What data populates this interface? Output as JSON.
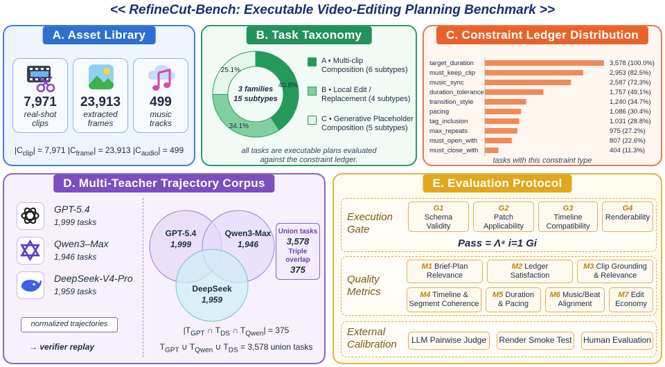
{
  "title": "<< RefineCut-Bench: Executable Video-Editing Planning Benchmark >>",
  "panel_a": {
    "title": "A. Asset Library",
    "assets": [
      {
        "icon": "film-scissors-icon",
        "value": "7,971",
        "label_1": "real-shot",
        "label_2": "clips"
      },
      {
        "icon": "image-frame-icon",
        "value": "23,913",
        "label_1": "extracted",
        "label_2": "frames"
      },
      {
        "icon": "music-cloud-icon",
        "value": "499",
        "label_1": "music",
        "label_2": "tracks"
      }
    ],
    "formula": "|C<sub>clip</sub>| = 7,971  |C<sub>frame</sub>| = 23,913  |C<sub>audio</sub>| = 499"
  },
  "panel_b": {
    "title": "B. Task Taxonomy",
    "center_1": "3 families",
    "center_2": "15 subtypes",
    "slices": [
      {
        "name": "A",
        "percent": 40.8,
        "label": "40.8%",
        "color": "#239a5c"
      },
      {
        "name": "B",
        "percent": 34.1,
        "label": "34.1%",
        "color": "#7fd09e"
      },
      {
        "name": "C",
        "percent": 25.1,
        "label": "25.1%",
        "color": "#e6f6ea"
      }
    ],
    "legend": [
      {
        "line_1": "A • Multi-clip",
        "line_2": "Composition (6 subtypes)",
        "color": "#239a5c"
      },
      {
        "line_1": "B • Local Edit /",
        "line_2": "Replacement (4 subtypes)",
        "color": "#7fd09e"
      },
      {
        "line_1": "C • Generative Placeholder",
        "line_2": "Composition (5 subtypes)",
        "color": "#e6f6ea"
      }
    ],
    "note_1": "all tasks are executable plans evaluated",
    "note_2": "against the constraint ledger."
  },
  "panel_c": {
    "title": "C. Constraint Ledger Distribution",
    "note": "tasks with this constraint type",
    "chart_data": {
      "type": "bar",
      "orientation": "horizontal",
      "categories": [
        "target_duration",
        "must_keep_clip",
        "music_sync",
        "duration_tolerance",
        "transition_style",
        "pacing",
        "tag_inclusion",
        "max_repeats",
        "must_open_with",
        "must_close_with"
      ],
      "values": [
        3578,
        2953,
        2587,
        1757,
        1240,
        1086,
        1031,
        975,
        807,
        404
      ],
      "value_labels": [
        "3,578 (100.0%)",
        "2,953 (82.5%)",
        "2,587 (72.3%)",
        "1,757 (49.1%)",
        "1,240 (34.7%)",
        "1,086 (30.4%)",
        "1,031 (28.8%)",
        "975 (27.2%)",
        "807 (22.6%)",
        "404 (11.3%)"
      ],
      "xlim": [
        0,
        3578
      ],
      "bar_color": "#f08a5a"
    }
  },
  "panel_d": {
    "title": "D. Multi-Teacher Trajectory Corpus",
    "teachers": [
      {
        "icon": "openai-logo-icon",
        "name": "GPT-5.4",
        "count": "1,999 tasks"
      },
      {
        "icon": "qwen-logo-icon",
        "name": "Qwen3–Max",
        "count": "1,946 tasks"
      },
      {
        "icon": "deepseek-logo-icon",
        "name": "DeepSeek-V4-Pro",
        "count": "1,959 tasks"
      }
    ],
    "norm_box": "normalized trajectories",
    "verifier": "→ verifier replay",
    "venn": {
      "gpt_label": "GPT-5.4",
      "gpt_count": "1,999",
      "qwen_label": "Qwen3-Max",
      "qwen_count": "1,946",
      "ds_label": "DeepSeek",
      "ds_count": "1,959"
    },
    "union_title": "Union tasks",
    "union_value": "3,578",
    "overlap_title": "Triple overlap",
    "overlap_value": "375",
    "formula_1": "|T<sub>GPT</sub> ∩ T<sub>DS</sub> ∩ T<sub>Qwen</sub>| = 375",
    "formula_2": "T<sub>GPT</sub> ∪ T<sub>Qwen</sub> ∪ T<sub>DS</sub> = 3,578 union tasks"
  },
  "panel_e": {
    "title": "E. Evaluation Protocol",
    "gate_label_1": "Execution",
    "gate_label_2": "Gate",
    "gates": [
      {
        "id": "G1",
        "line_1": "Schema",
        "line_2": "Validity"
      },
      {
        "id": "G2",
        "line_1": "Patch",
        "line_2": "Applicability"
      },
      {
        "id": "G3",
        "line_1": "Timeline",
        "line_2": "Compatibility"
      },
      {
        "id": "G4",
        "line_1": "Renderability",
        "line_2": ""
      }
    ],
    "pass_formula": "Pass = Λ⁴ i=1 Gi",
    "quality_label_1": "Quality",
    "quality_label_2": "Metrics",
    "metrics": [
      {
        "id": "M1",
        "line_1": "Brief-Plan",
        "line_2": "Relevance"
      },
      {
        "id": "M2",
        "line_1": "Ledger",
        "line_2": "Satisfaction"
      },
      {
        "id": "M3",
        "line_1": "Clip Grounding",
        "line_2": "& Relevance"
      },
      {
        "id": "M4",
        "line_1": "Timeline &",
        "line_2": "Segment Coherence"
      },
      {
        "id": "M5",
        "line_1": "Duration",
        "line_2": "& Pacing"
      },
      {
        "id": "M6",
        "line_1": "Music/Beat",
        "line_2": "Alignment"
      },
      {
        "id": "M7",
        "line_1": "Edit",
        "line_2": "Economy"
      }
    ],
    "external_label_1": "External",
    "external_label_2": "Calibration",
    "external": [
      "LLM Pairwise Judge",
      "Render Smoke Test",
      "Human Evaluation"
    ]
  }
}
